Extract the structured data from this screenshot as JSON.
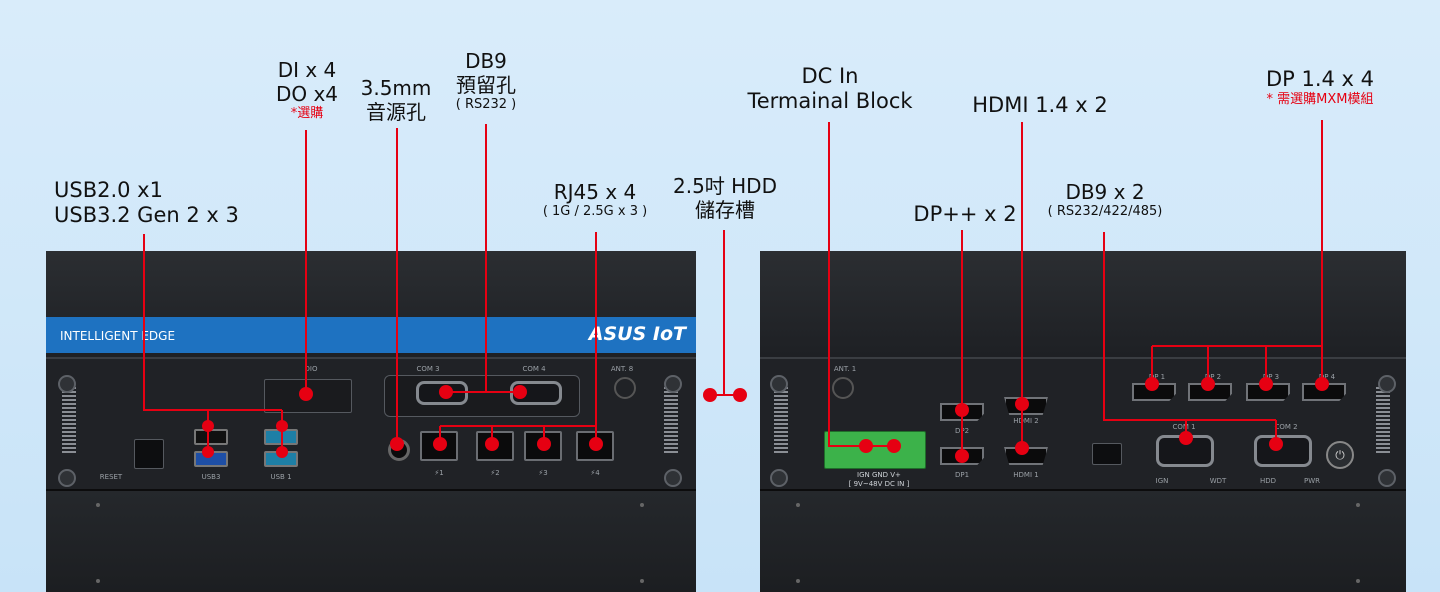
{
  "left_labels": {
    "usb_line1": "USB2.0 x1",
    "usb_line2": "USB3.2 Gen 2 x 3",
    "dio_line1": "DI x 4",
    "dio_line2": "DO x4",
    "dio_note": "*選購",
    "audio_line1": "3.5mm",
    "audio_line2": "音源孔",
    "db9_line1": "DB9",
    "db9_line2": "預留孔",
    "db9_note": "( RS232 )",
    "rj45_line1": "RJ45 x 4",
    "rj45_note": "( 1G / 2.5G x 3 )"
  },
  "center_label": {
    "line1": "2.5吋 HDD",
    "line2": "儲存槽"
  },
  "right_labels": {
    "dcin_line1": "DC In",
    "dcin_line2": "Termainal Block",
    "hdmi": "HDMI 1.4 x 2",
    "dp_opt_line1": "DP 1.4 x 4",
    "dp_opt_note": "* 需選購MXM模組",
    "dppp": "DP++ x 2",
    "db9x2": "DB9 x 2",
    "db9x2_note": "( RS232/422/485)"
  },
  "left_device": {
    "band_text": "INTELLIGENT EDGE",
    "brand": "ASUS IoT",
    "dio": "DIO",
    "com3": "COM 3",
    "com4": "COM 4",
    "ant": "ANT. 8",
    "reset": "RESET",
    "usb3": "USB3",
    "usb1": "USB 1",
    "lan": [
      "⚡1",
      "⚡2",
      "⚡3",
      "⚡4"
    ]
  },
  "right_device": {
    "ant": "ANT. 1",
    "dp2": "DP2",
    "dp1": "DP1",
    "hdmi2": "HDMI 2",
    "hdmi1": "HDMI 1",
    "terminal_label": "IGN   GND   V+",
    "terminal_range": "[ 9V~48V DC IN ]",
    "mxm_dp": [
      "DP 1",
      "DP 2",
      "DP 3",
      "DP 4"
    ],
    "com1": "COM 1",
    "com2": "COM 2",
    "bottom": [
      "IGN",
      "WDT",
      "HDD",
      "PWR"
    ]
  },
  "colors": {
    "accent": "#e60012",
    "band": "#1e72c1",
    "background": "#d3e9f9"
  }
}
